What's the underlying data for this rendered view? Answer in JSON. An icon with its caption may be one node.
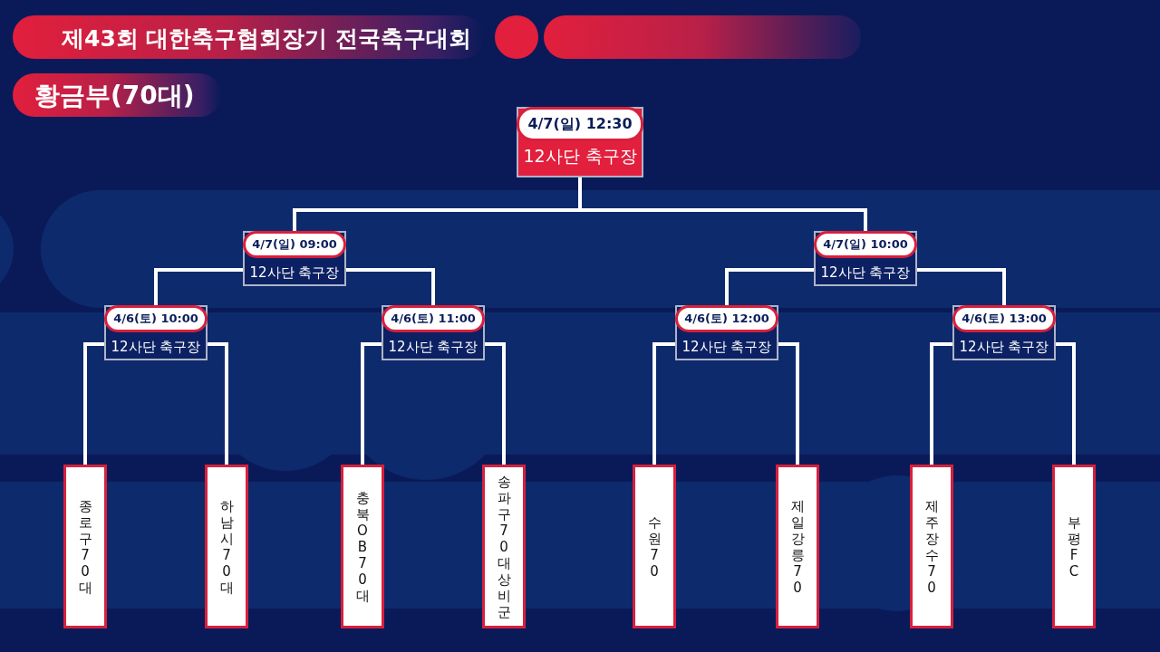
{
  "diagram": {
    "title": "제43회 대한축구협회장기 전국축구대회",
    "nodes": [
      {
        "text": [
          "4/7(일) 12:30",
          "12사단 축구장"
        ]
      },
      {
        "text": [
          "4/7(일) 09:00",
          "12사단 축구장"
        ]
      },
      {
        "text": [
          "4/7(일) 10:00",
          "12사단 축구장"
        ]
      },
      {
        "text": [
          "4/6(토) 10:00",
          "12사단 축구장"
        ]
      },
      {
        "text": [
          "4/6(토) 11:00",
          "12사단 축구장"
        ]
      },
      {
        "text": [
          "4/6(토) 12:00",
          "12사단 축구장"
        ]
      },
      {
        "text": [
          "4/6(토) 13:00",
          "12사단 축구장"
        ]
      },
      {
        "text": [
          "종로구70대"
        ]
      },
      {
        "text": [
          "하남시70대"
        ]
      },
      {
        "text": [
          "충북OB70대"
        ]
      },
      {
        "text": [
          "송파구70대상비군"
        ]
      },
      {
        "text": [
          "수원 70"
        ]
      },
      {
        "text": [
          "제일강릉70"
        ]
      },
      {
        "text": [
          "제주장수70"
        ]
      },
      {
        "text": [
          "부평FC"
        ]
      }
    ],
    "edges": [
      {
        "from": 0,
        "to": 1,
        "arrow": "none"
      },
      {
        "from": 0,
        "to": 2,
        "arrow": "none"
      },
      {
        "from": 1,
        "to": 3,
        "arrow": "none"
      },
      {
        "from": 1,
        "to": 4,
        "arrow": "none"
      },
      {
        "from": 2,
        "to": 5,
        "arrow": "none"
      },
      {
        "from": 2,
        "to": 6,
        "arrow": "none"
      },
      {
        "from": 3,
        "to": 7,
        "arrow": "none"
      },
      {
        "from": 3,
        "to": 8,
        "arrow": "none"
      },
      {
        "from": 4,
        "to": 9,
        "arrow": "none"
      },
      {
        "from": 4,
        "to": 10,
        "arrow": "none"
      },
      {
        "from": 5,
        "to": 11,
        "arrow": "none"
      },
      {
        "from": 5,
        "to": 12,
        "arrow": "none"
      },
      {
        "from": 6,
        "to": 13,
        "arrow": "none"
      },
      {
        "from": 6,
        "to": 14,
        "arrow": "none"
      }
    ],
    "labels": [
      "황금부(70대)"
    ]
  }
}
